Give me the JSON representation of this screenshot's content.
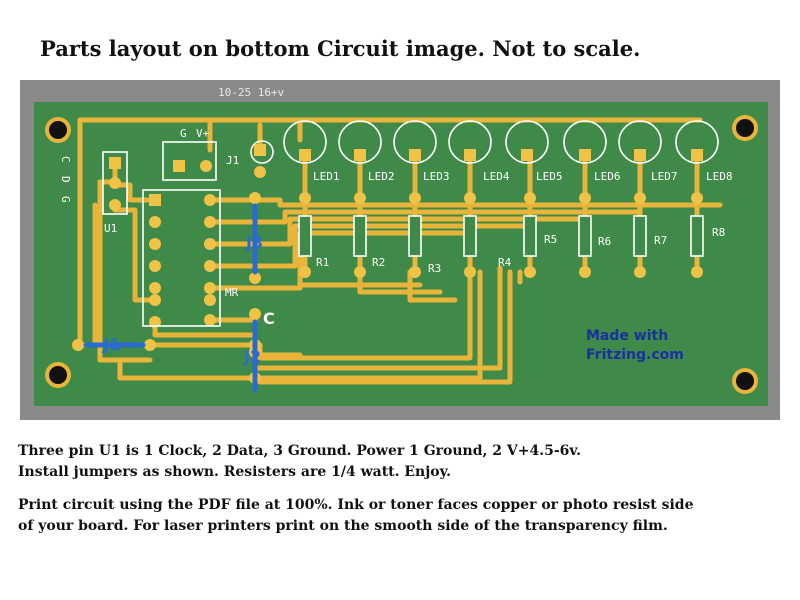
{
  "title": "Parts layout on bottom Circuit image. Not to scale.",
  "board": {
    "version_label": "10-25 16+v",
    "header_pins": {
      "g": "G",
      "v": "V+"
    },
    "side_pins": [
      "C",
      "D",
      "G"
    ],
    "u1": "U1",
    "j1_small": "J1",
    "j1": "J1",
    "j2": "J2",
    "j3": "J3",
    "mr": "MR",
    "cap": "C",
    "leds": [
      "LED1",
      "LED2",
      "LED3",
      "LED4",
      "LED5",
      "LED6",
      "LED7",
      "LED8"
    ],
    "resistors": [
      "R1",
      "R2",
      "R3",
      "R4",
      "R5",
      "R6",
      "R7",
      "R8"
    ],
    "credit_line1": "Made with",
    "credit_line2": "Fritzing.com"
  },
  "notes": {
    "p1": [
      "Three pin U1 is 1 Clock, 2 Data, 3 Ground. Power 1 Ground, 2 V+4.5-6v.",
      "Install jumpers as shown. Resisters are 1/4 watt. Enjoy."
    ],
    "p2": [
      "Print circuit using the PDF file at 100%. Ink or toner faces copper or photo resist side",
      "of your board. For laser printers print on the smooth side of the transparency film."
    ]
  },
  "colors": {
    "frame": "#8a8a8a",
    "board": "#3f8a48",
    "trace": "#e8b43a",
    "pad": "#f0c246",
    "silk": "#ffffff",
    "jumper": "#2a6bd1",
    "credit": "#1a2fa0"
  }
}
